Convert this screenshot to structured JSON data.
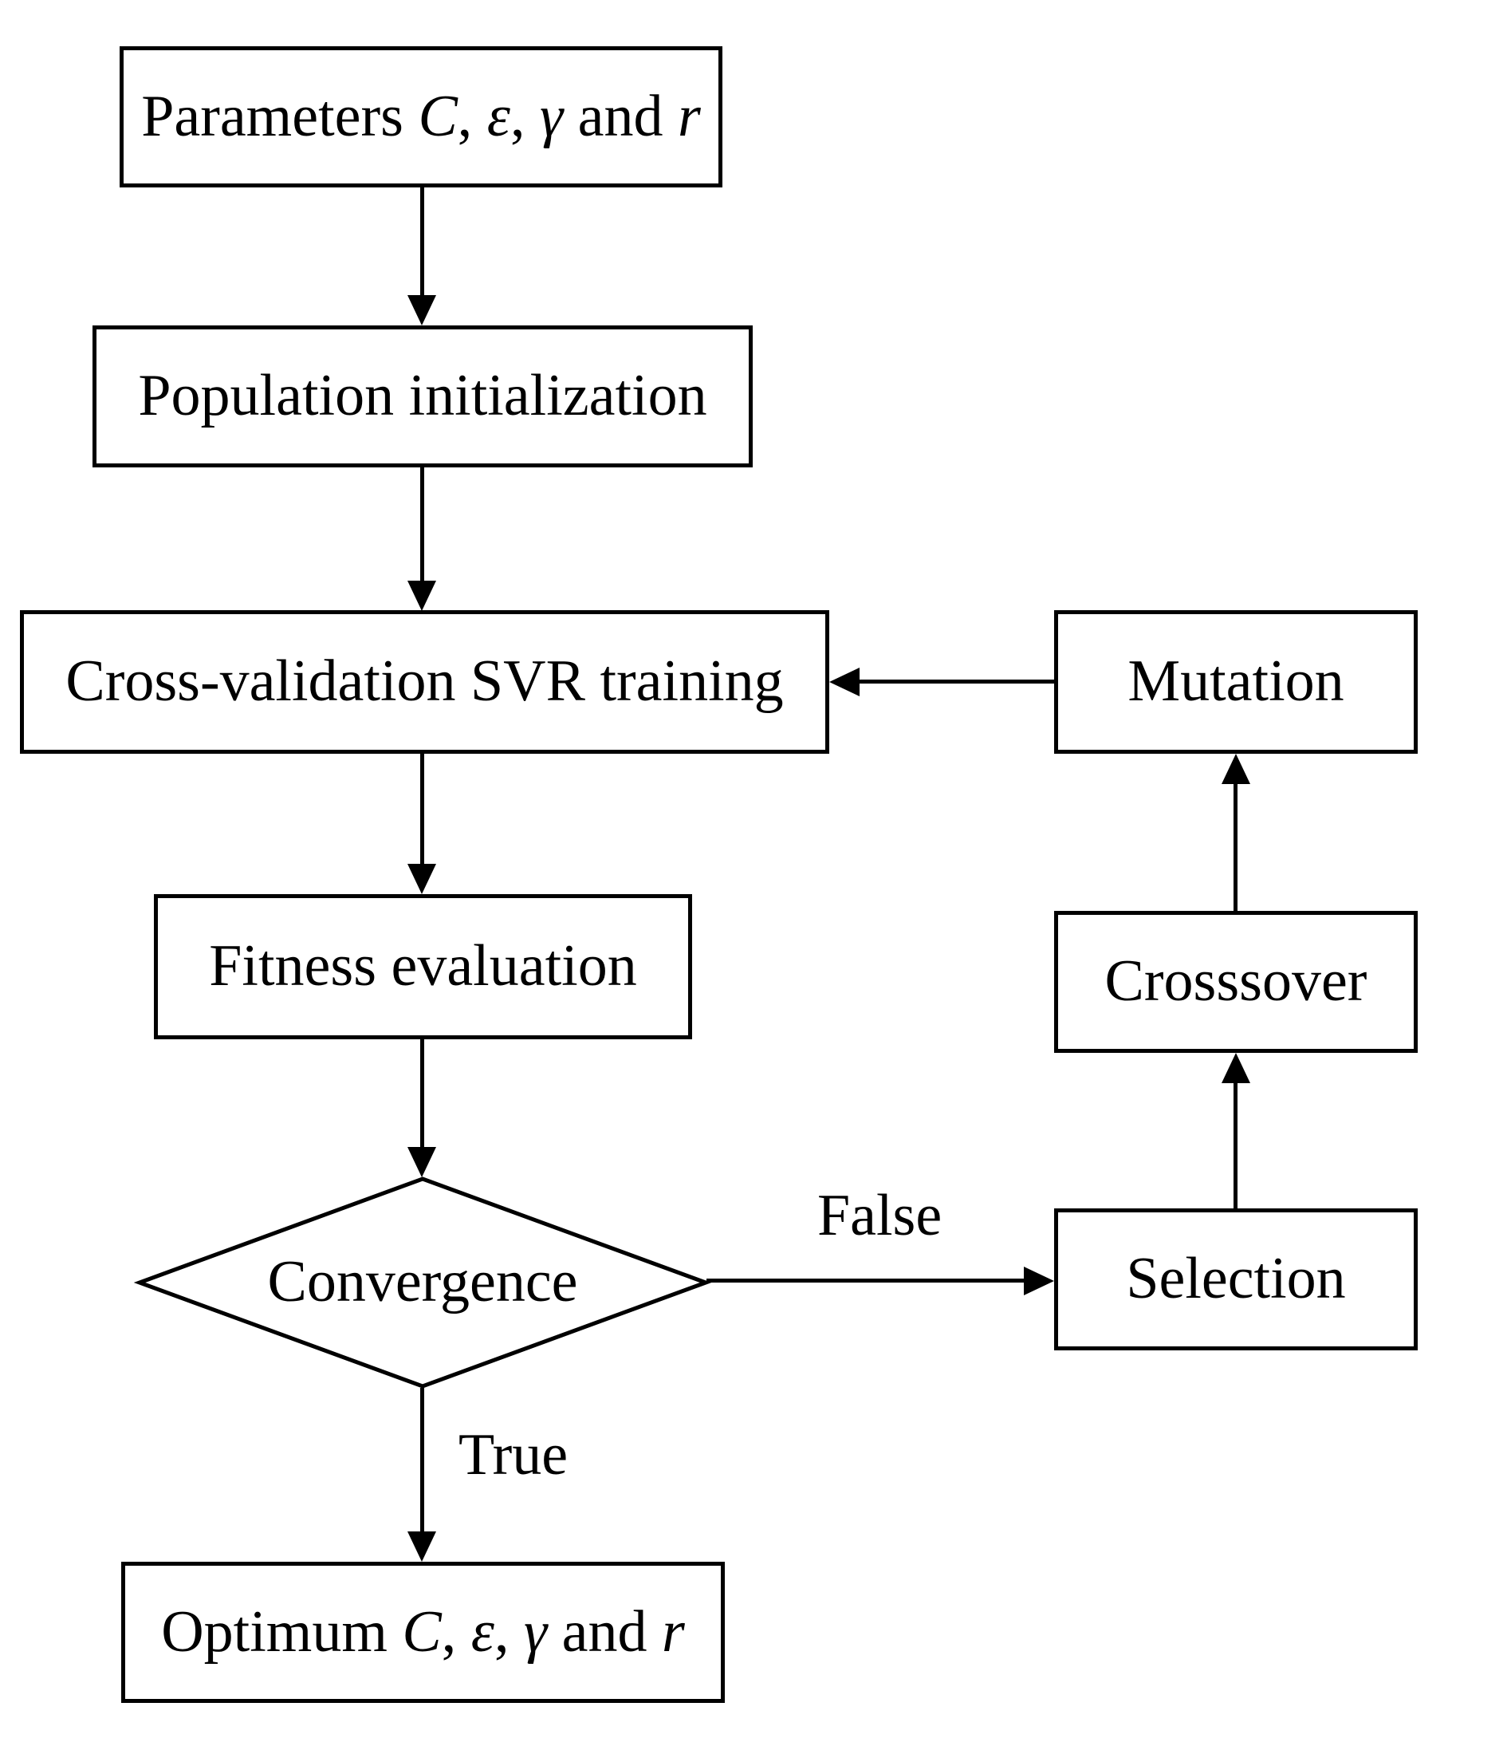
{
  "nodes": {
    "parameters": {
      "label": "Parameters C, ε, γ and r",
      "rich": [
        {
          "t": "Parameters ",
          "i": false
        },
        {
          "t": "C",
          "i": true
        },
        {
          "t": ", ",
          "i": false
        },
        {
          "t": "ε",
          "i": true
        },
        {
          "t": ", ",
          "i": false
        },
        {
          "t": "γ",
          "i": true
        },
        {
          "t": " and ",
          "i": false
        },
        {
          "t": "r",
          "i": true
        }
      ]
    },
    "population": {
      "label": "Population initialization"
    },
    "cross_validation": {
      "label": "Cross-validation SVR training"
    },
    "fitness": {
      "label": "Fitness evaluation"
    },
    "convergence": {
      "label": "Convergence"
    },
    "optimum": {
      "label": "Optimum C, ε, γ and r",
      "rich": [
        {
          "t": "Optimum ",
          "i": false
        },
        {
          "t": "C",
          "i": true
        },
        {
          "t": ", ",
          "i": false
        },
        {
          "t": "ε",
          "i": true
        },
        {
          "t": ", ",
          "i": false
        },
        {
          "t": "γ",
          "i": true
        },
        {
          "t": " and ",
          "i": false
        },
        {
          "t": "r",
          "i": true
        }
      ]
    },
    "selection": {
      "label": "Selection"
    },
    "crossover": {
      "label": "Crosssover"
    },
    "mutation": {
      "label": "Mutation"
    }
  },
  "edges": {
    "false": {
      "label": "False"
    },
    "true": {
      "label": "True"
    }
  },
  "colors": {
    "line": "#000000",
    "text": "#000000",
    "node_fill": "#ffffff",
    "background": "#ffffff"
  }
}
